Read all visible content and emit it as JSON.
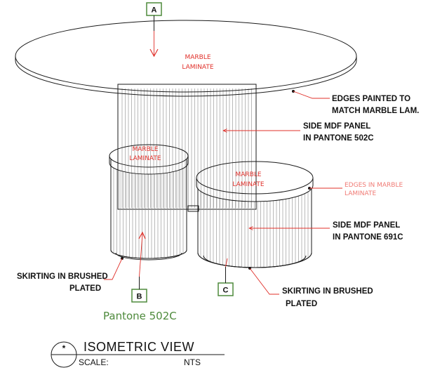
{
  "tags": {
    "a": "A",
    "b": "B",
    "c": "C"
  },
  "labels": {
    "marble_top": [
      "MARBLE",
      "LAMINATE"
    ],
    "marble_b": [
      "MARBLE",
      "LAMINATE"
    ],
    "marble_c": [
      "MARBLE",
      "LAMINATE"
    ],
    "edges_painted": [
      "EDGES PAINTED TO",
      "MATCH MARBLE LAM."
    ],
    "side_panel_502": [
      "SIDE MDF PANEL",
      "IN PANTONE 502C"
    ],
    "edges_marble": [
      "EDGES IN MARBLE",
      "LAMINATE"
    ],
    "side_panel_691": [
      "SIDE MDF PANEL",
      "IN PANTONE 691C"
    ],
    "skirting_left": [
      "SKIRTING IN BRUSHED",
      "PLATED"
    ],
    "skirting_right": [
      "SKIRTING IN BRUSHED",
      "PLATED"
    ]
  },
  "pantone_note": "Pantone 502C",
  "title_block": {
    "symbol": "*",
    "title": "ISOMETRIC VIEW",
    "scale_label": "SCALE:",
    "scale_value": "NTS"
  },
  "colors": {
    "line": "#1a1a1a",
    "leader_red": "#e0302a",
    "tag_green": "#4e8a3c",
    "pantone_text": "#4e8a3c"
  }
}
